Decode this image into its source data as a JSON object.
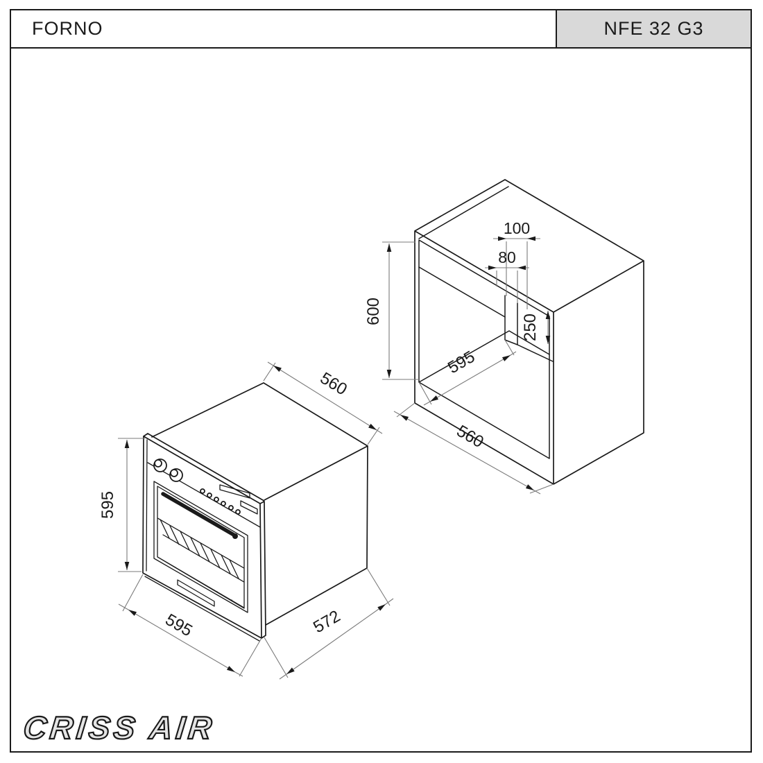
{
  "header": {
    "product_type": "FORNO",
    "model": "NFE 32 G3"
  },
  "brand": {
    "logo_text": "CRISS AIR"
  },
  "colors": {
    "line": "#1a1a1a",
    "dim_line": "#7a7a7a",
    "model_cell_fill": "#d9d9d9",
    "logo_fill": "#e4e4e4"
  },
  "oven_view": {
    "description": "isometric oven front view",
    "dims": {
      "front_height": "595",
      "top_depth": "560",
      "front_width": "595",
      "side_depth": "572"
    }
  },
  "niche_view": {
    "description": "isometric cabinet niche cutout view",
    "dims": {
      "niche_height": "600",
      "cutout_width": "100",
      "cutout_offset": "80",
      "cutout_height": "250",
      "inner_depth": "595",
      "niche_width": "560"
    }
  }
}
